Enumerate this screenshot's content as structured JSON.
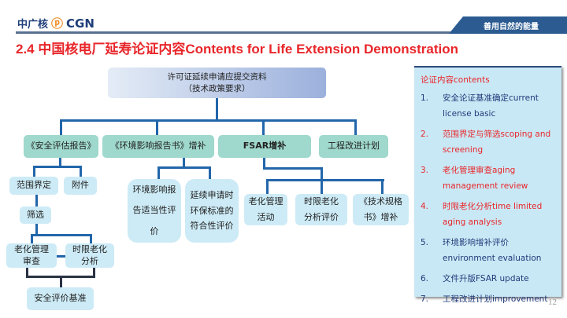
{
  "header": {
    "logo_cn": "中广核",
    "logo_en": "CGN",
    "slogan": "善用自然的能量"
  },
  "title": "2.4 中国核电厂延寿论证内容Contents for Life Extension Demonstration",
  "diagram": {
    "root": {
      "line1": "许可证延续申请应提交资料",
      "line2": "（技术政策要求）"
    },
    "level1": [
      "《安全评估报告》",
      "《环境影响报告书》增补",
      "FSAR增补",
      "工程改进计划"
    ],
    "sar_children": {
      "scope": "范围界定",
      "appendix": "附件",
      "screening": "筛选",
      "amr": "老化管理审查",
      "tlaa": "时限老化分析",
      "basis": "安全评价基准"
    },
    "env_children": [
      "环境影响报告适当性评价",
      "延续申请时环保标准的符合性评价"
    ],
    "fsar_children": [
      "老化管理活动",
      "时限老化分析评价",
      "《技术规格书》增补"
    ]
  },
  "panel": {
    "heading": "论证内容contents",
    "items": [
      {
        "num": "1.",
        "text": "安全论证基准确定current license basic",
        "highlight": false
      },
      {
        "num": "2.",
        "text": "范围界定与筛选scoping and screening",
        "highlight": true
      },
      {
        "num": "3.",
        "text": "老化管理审查aging management review",
        "highlight": true
      },
      {
        "num": "4.",
        "text": "时限老化分析time limited aging analysis",
        "highlight": true
      },
      {
        "num": "5.",
        "text": "环境影响增补评价environment evaluation",
        "highlight": false
      },
      {
        "num": "6.",
        "text": "文件升版FSAR update",
        "highlight": false
      },
      {
        "num": "7.",
        "text": "工程改进计划improvement",
        "highlight": false
      }
    ]
  },
  "page_number": "12"
}
